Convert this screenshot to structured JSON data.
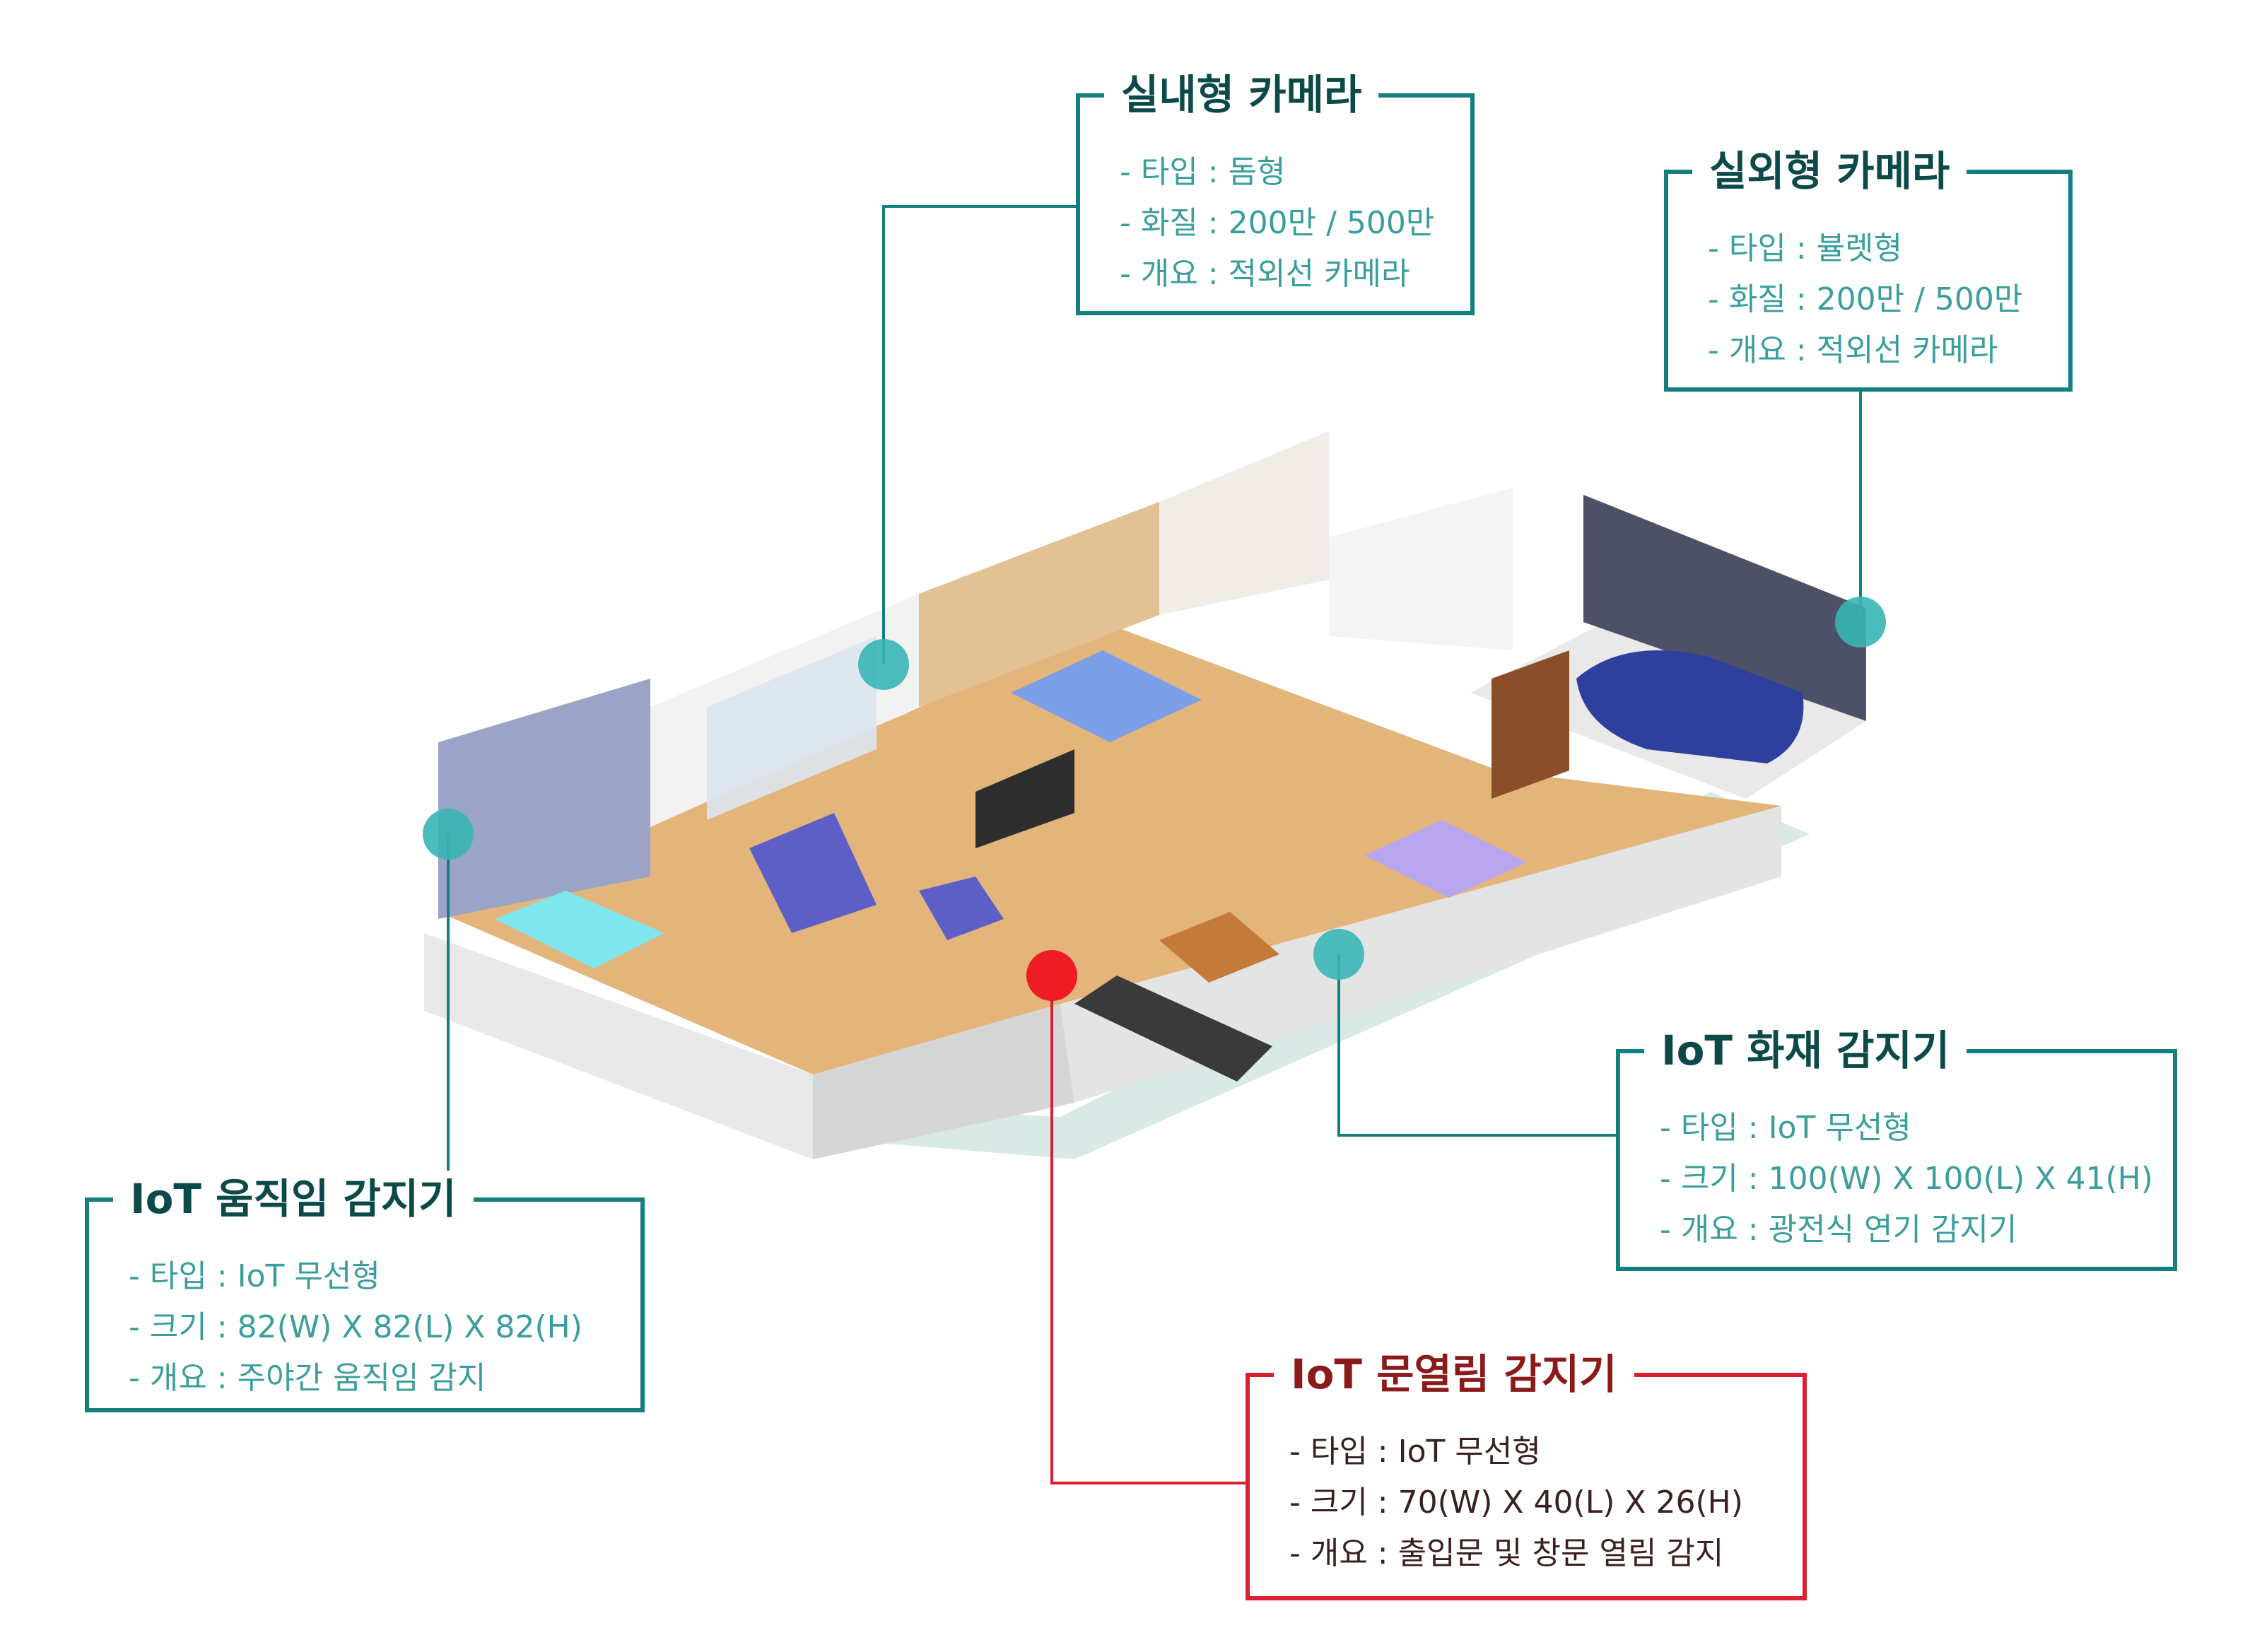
{
  "callouts": {
    "indoor_camera": {
      "title": "실내형 카메라",
      "items": [
        "- 타입 : 돔형",
        "- 화질 : 200만 / 500만",
        "- 개요 : 적외선 카메라"
      ]
    },
    "outdoor_camera": {
      "title": "실외형 카메라",
      "items": [
        "- 타입 : 뷸렛형",
        "- 화질 : 200만 / 500만",
        "- 개요 : 적외선 카메라"
      ]
    },
    "motion_sensor": {
      "title": "IoT 움직임 감지기",
      "items": [
        "- 타입 : IoT 무선형",
        "- 크기 : 82(W) X 82(L) X 82(H)",
        "- 개요 : 주야간 움직임 감지"
      ]
    },
    "fire_sensor": {
      "title": "IoT 화재 감지기",
      "items": [
        "- 타입 : IoT 무선형",
        "- 크기 : 100(W) X 100(L) X 41(H)",
        "- 개요 : 광전식 연기 감지기"
      ]
    },
    "door_sensor": {
      "title": "IoT 문열림 감지기",
      "items": [
        "- 타입 : IoT 무선형",
        "- 크기 : 70(W) X 40(L) X 26(H)",
        "- 개요 : 출입문 및 창문 열림 감지"
      ]
    }
  },
  "colors": {
    "teal": "#13807f",
    "teal_marker": "#39b5b5",
    "red": "#d92030",
    "red_marker": "#ee1c25"
  }
}
